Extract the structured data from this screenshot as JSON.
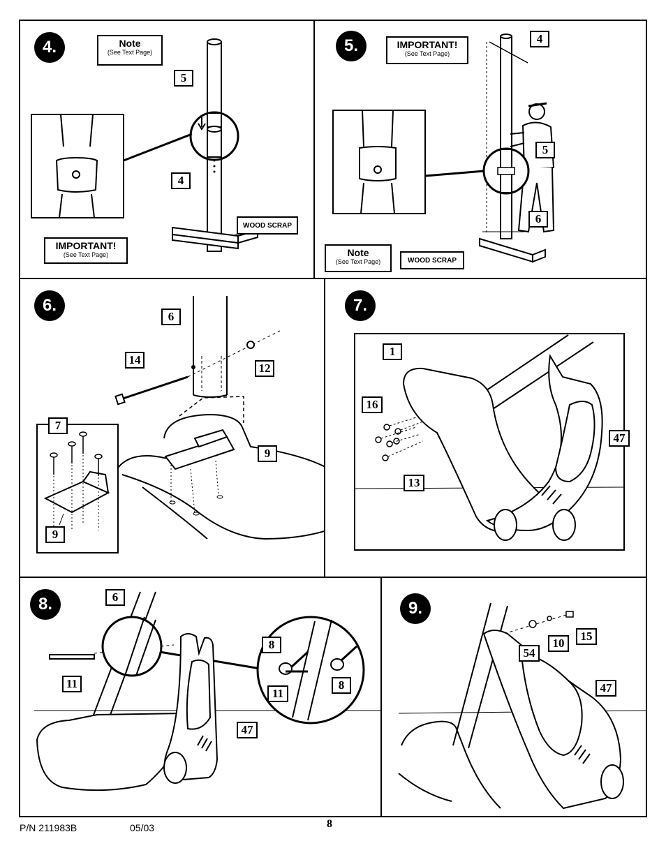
{
  "steps": {
    "s4": {
      "number": "4.",
      "labels": {
        "p5": "5",
        "p4": "4"
      },
      "note": {
        "title": "Note",
        "sub": "(See Text Page)"
      },
      "important": {
        "title": "IMPORTANT!",
        "sub": "(See Text Page)"
      },
      "wood": "WOOD SCRAP"
    },
    "s5": {
      "number": "5.",
      "labels": {
        "p4": "4",
        "p5": "5",
        "p6": "6"
      },
      "important": {
        "title": "IMPORTANT!",
        "sub": "(See Text Page)"
      },
      "note": {
        "title": "Note",
        "sub": "(See Text Page)"
      },
      "wood": "WOOD SCRAP"
    },
    "s6": {
      "number": "6.",
      "labels": {
        "p6": "6",
        "p14": "14",
        "p12": "12",
        "p7": "7",
        "p9a": "9",
        "p9b": "9"
      }
    },
    "s7": {
      "number": "7.",
      "labels": {
        "p1": "1",
        "p16": "16",
        "p47": "47",
        "p13": "13"
      }
    },
    "s8": {
      "number": "8.",
      "labels": {
        "p6": "6",
        "p11a": "11",
        "p47": "47",
        "p8a": "8",
        "p11b": "11",
        "p8b": "8"
      }
    },
    "s9": {
      "number": "9.",
      "labels": {
        "p54": "54",
        "p10": "10",
        "p15": "15",
        "p47": "47"
      }
    }
  },
  "footer": {
    "part_number": "P/N 211983B",
    "date": "05/03",
    "page": "8"
  }
}
